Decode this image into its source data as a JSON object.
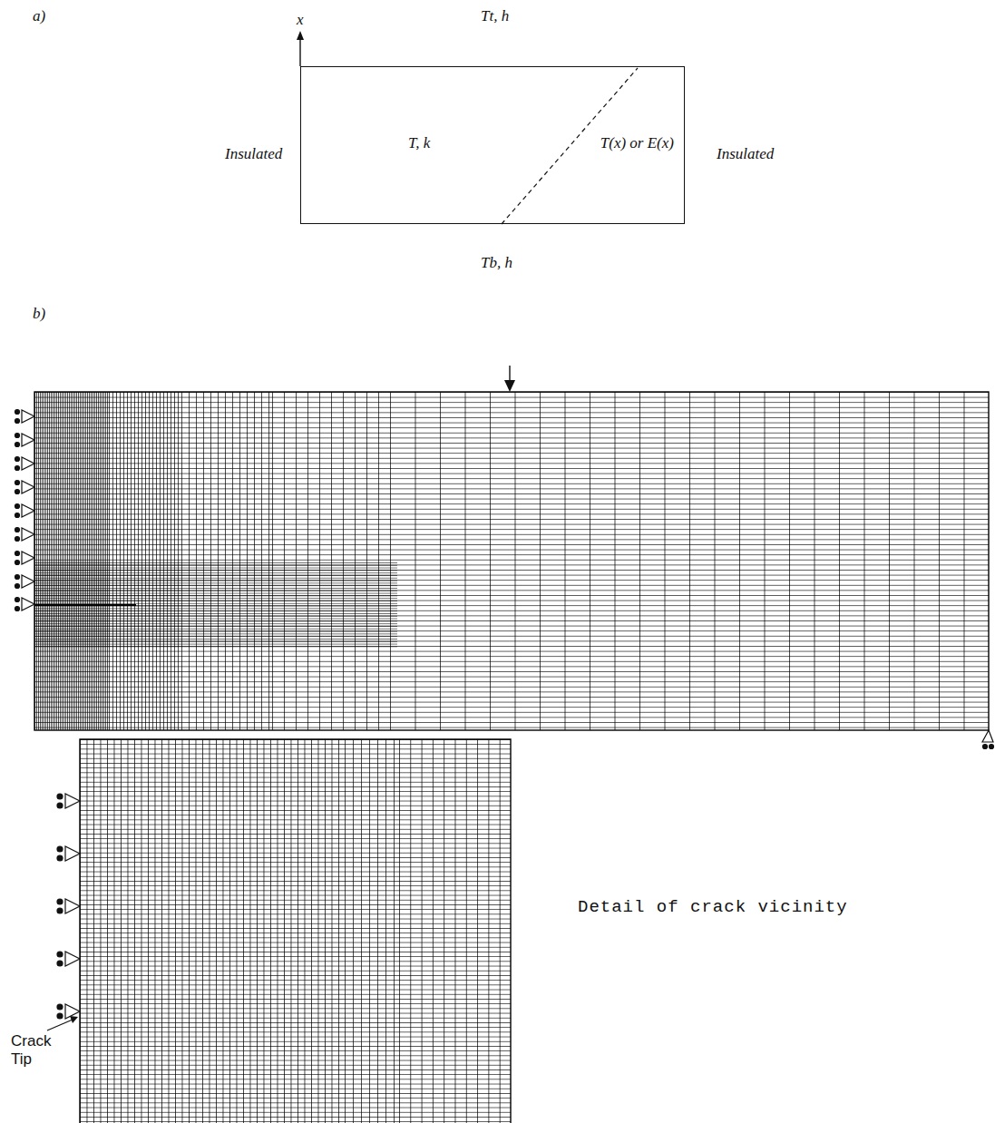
{
  "diagram": {
    "nodes": [
      {
        "text": [
          "T, k",
          "T(x) or E(x)"
        ]
      }
    ],
    "labels": [
      "a)",
      "x",
      "Tt, h",
      "Insulated",
      "Insulated",
      "Tb, h",
      "b)",
      "Detail of crack vicinity",
      "Crack Tip"
    ]
  }
}
